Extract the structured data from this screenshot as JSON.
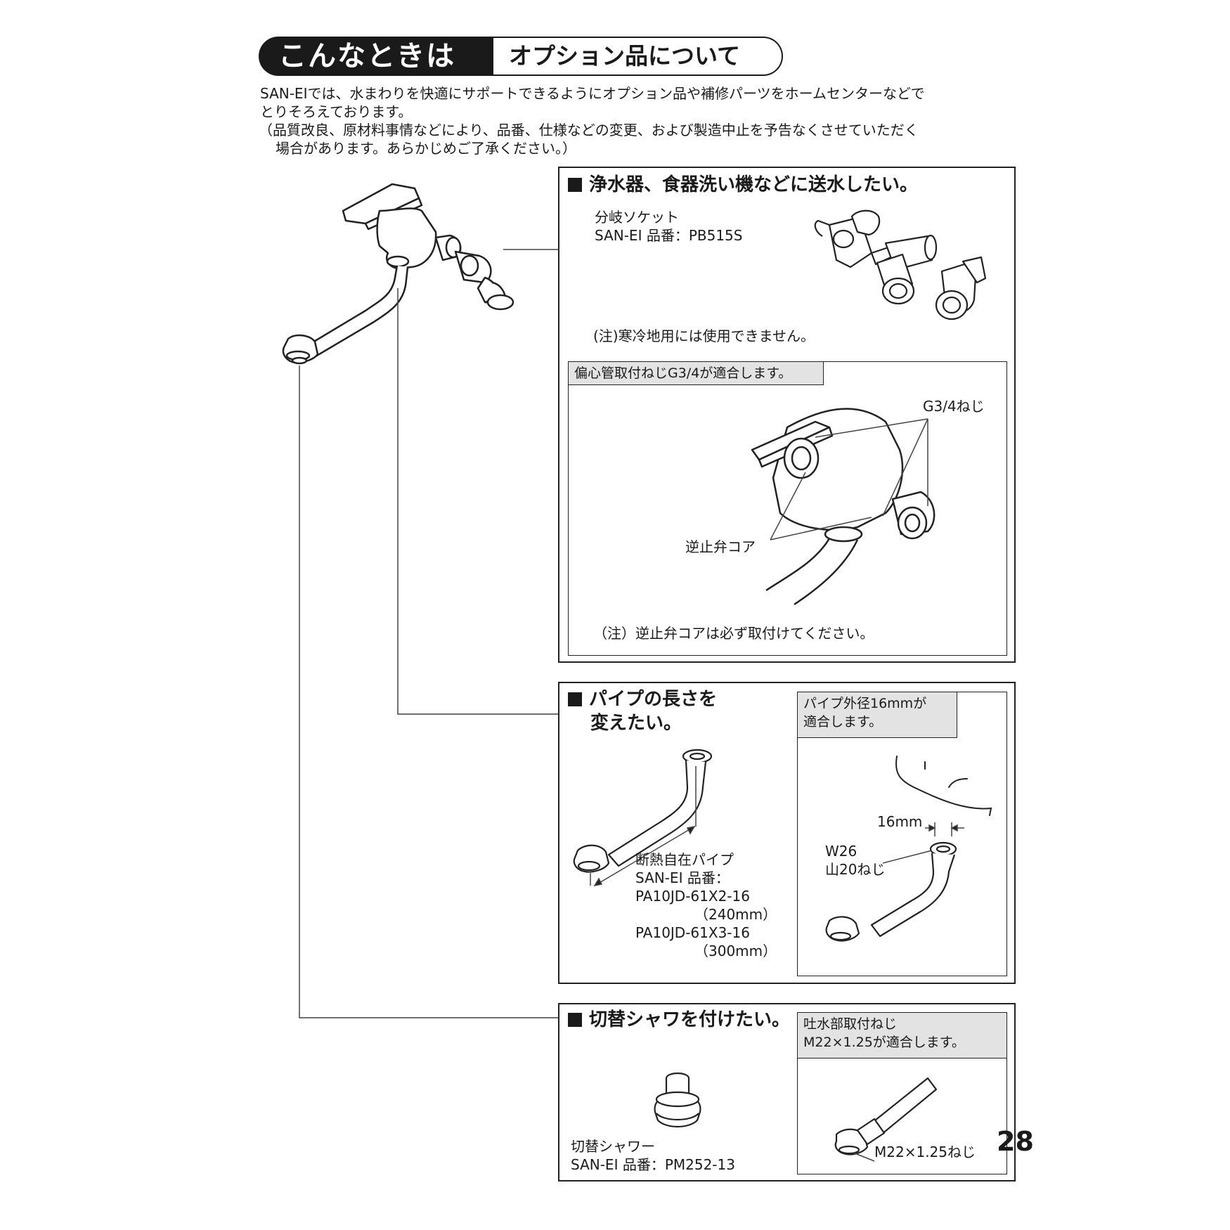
{
  "header": {
    "title_black": "こんなときは",
    "title_white": "オプション品について"
  },
  "intro": {
    "line1": "SAN-EIでは、水まわりを快適にサポートできるようにオプション品や補修パーツをホームセンターなどで",
    "line2": "とりそろえております。",
    "line3": "（品質改良、原材料事情などにより、品番、仕様などの変更、および製造中止を予告なくさせていただく",
    "line4": "場合があります。あらかじめご了承ください。）"
  },
  "section1": {
    "heading": "浄水器、食器洗い機などに送水したい。",
    "part_name": "分岐ソケット",
    "part_code": "SAN-EI 品番：PB515S",
    "note": "(注)寒冷地用には使用できません。",
    "sub": {
      "tag": "偏心管取付ねじG3/4が適合します。",
      "thread_label": "G3/4ねじ",
      "valve_label": "逆止弁コア",
      "note": "（注）逆止弁コアは必ず取付けてください。"
    }
  },
  "section2": {
    "heading_line1": "パイプの長さを",
    "heading_line2": "変えたい。",
    "part_name": "断熱自在パイプ",
    "part_code_label": "SAN-EI 品番：",
    "code1": "PA10JD-61X2-16",
    "len1": "（240mm）",
    "code2": "PA10JD-61X3-16",
    "len2": "（300mm）",
    "sub": {
      "tag_line1": "パイプ外径16mmが",
      "tag_line2": "適合します。",
      "dim_label": "16mm",
      "thread_line1": "W26",
      "thread_line2": "山20ねじ"
    }
  },
  "section3": {
    "heading": "切替シャワを付けたい。",
    "part_name": "切替シャワー",
    "part_code": "SAN-EI 品番：PM252-13",
    "sub": {
      "tag_line1": "吐水部取付ねじ",
      "tag_line2": "M22×1.25が適合します。",
      "thread_label": "M22×1.25ねじ"
    }
  },
  "page_number": "28"
}
